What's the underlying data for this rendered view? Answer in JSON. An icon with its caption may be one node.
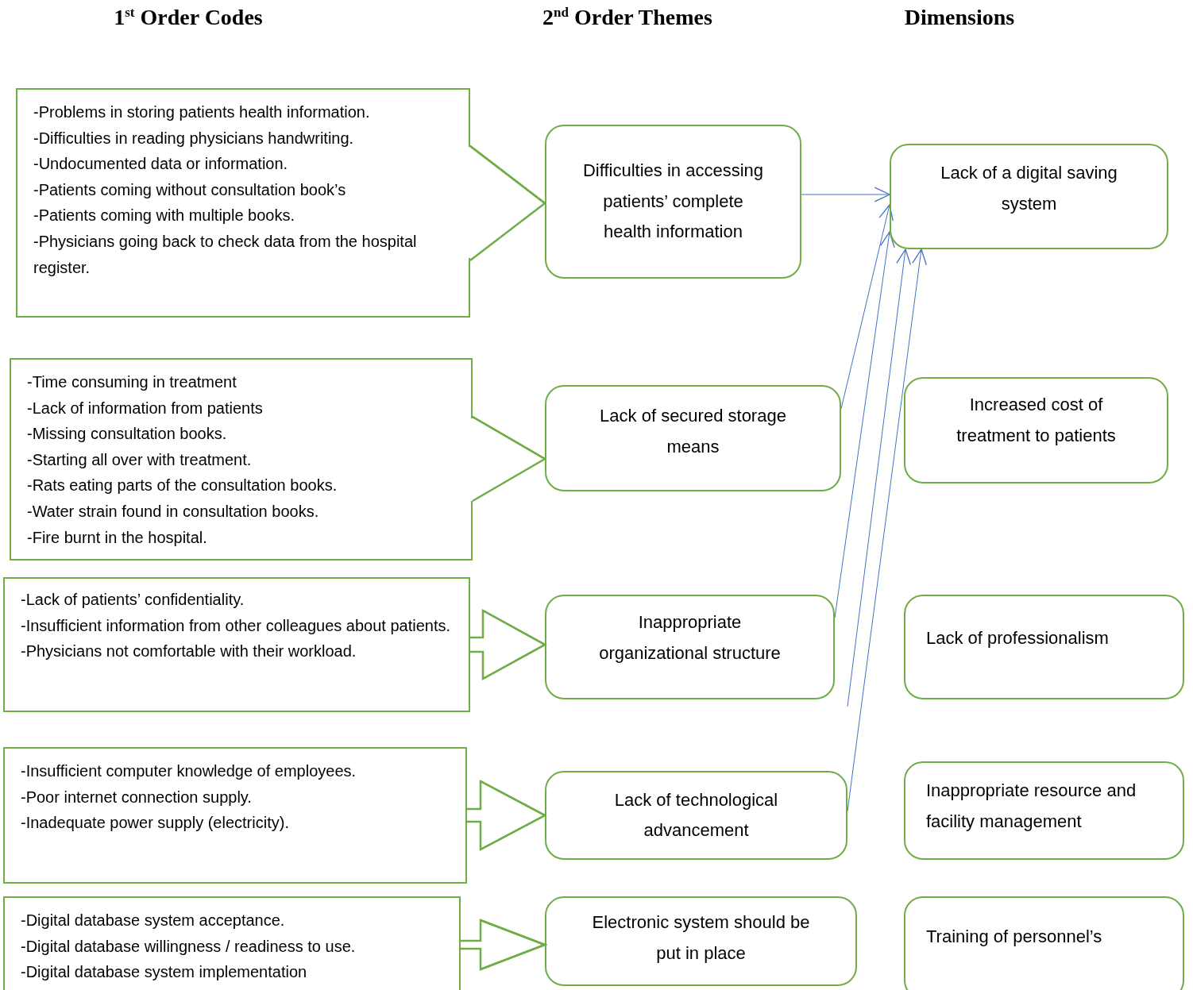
{
  "diagram": {
    "nodes": [
      {
        "text": [
          "-Problems in storing patients health information.",
          "-Difficulties in reading physicians handwriting.",
          "-Undocumented data or information.",
          "-Patients coming without consultation book’s",
          "-Patients coming with multiple books.",
          "-Physicians going back to check data from the hospital register."
        ]
      },
      {
        "text": [
          "-Time consuming in treatment",
          "-Lack of information from patients",
          "-Missing consultation books.",
          "-Starting all over with treatment.",
          "-Rats eating parts of the consultation books.",
          "-Water strain found in consultation books.",
          "-Fire burnt in the hospital."
        ]
      },
      {
        "text": [
          "-Lack of patients’ confidentiality.",
          "-Insufficient information from other colleagues about patients.",
          "-Physicians not comfortable with their workload."
        ]
      },
      {
        "text": [
          "-Insufficient computer knowledge of employees.",
          "-Poor internet connection supply.",
          "-Inadequate power supply (electricity)."
        ]
      },
      {
        "text": [
          "-Digital database system acceptance.",
          "-Digital database willingness / readiness to use.",
          "-Digital database system implementation"
        ]
      },
      {
        "text": [
          "Difficulties in accessing patients’ complete health information"
        ]
      },
      {
        "text": [
          "Lack of secured storage means"
        ]
      },
      {
        "text": [
          "Inappropriate organizational structure"
        ]
      },
      {
        "text": [
          "Lack of technological advancement"
        ]
      },
      {
        "text": [
          "Electronic system should be put in place"
        ]
      },
      {
        "text": [
          "Lack of a digital saving system"
        ]
      },
      {
        "text": [
          "Increased cost of treatment to patients"
        ]
      },
      {
        "text": [
          "Lack of professionalism"
        ]
      },
      {
        "text": [
          "Inappropriate resource and facility management"
        ]
      },
      {
        "text": [
          "Training of personnel’s"
        ]
      }
    ],
    "edges": [
      {
        "from": 0,
        "to": 5,
        "arrow": "to"
      },
      {
        "from": 1,
        "to": 6,
        "arrow": "to"
      },
      {
        "from": 2,
        "to": 7,
        "arrow": "to"
      },
      {
        "from": 3,
        "to": 8,
        "arrow": "to"
      },
      {
        "from": 4,
        "to": 9,
        "arrow": "to"
      },
      {
        "from": 5,
        "to": 10,
        "arrow": "to",
        "color": "#4472c4"
      },
      {
        "from": 6,
        "to": 10,
        "arrow": "to",
        "color": "#4472c4"
      },
      {
        "from": 7,
        "to": 10,
        "arrow": "to",
        "color": "#4472c4"
      },
      {
        "from": null,
        "to": 10,
        "arrow": "to",
        "color": "#4472c4"
      },
      {
        "from": 8,
        "to": 10,
        "arrow": "to",
        "color": "#4472c4"
      }
    ],
    "labels": [
      "1$^{st}$ Order Codes",
      "2$^{nd}$ Order Themes",
      "Dimensions"
    ]
  }
}
